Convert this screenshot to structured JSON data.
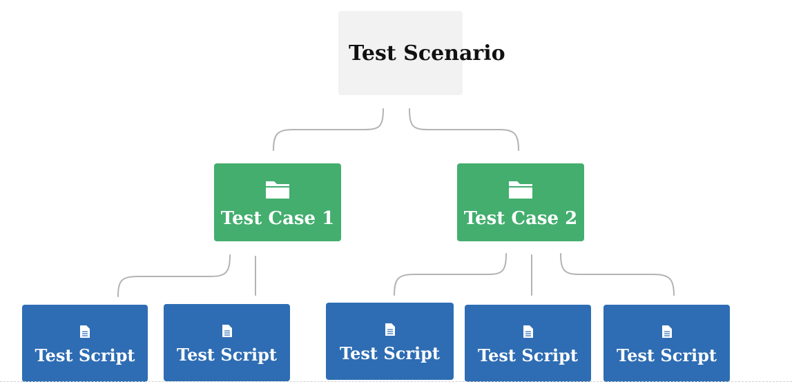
{
  "root": {
    "label": "Test Scenario"
  },
  "cases": [
    {
      "label": "Test Case 1",
      "icon": "folder-icon"
    },
    {
      "label": "Test Case 2",
      "icon": "folder-icon"
    }
  ],
  "scripts": [
    {
      "label": "Test Script",
      "icon": "document-icon"
    },
    {
      "label": "Test Script",
      "icon": "document-icon"
    },
    {
      "label": "Test Script",
      "icon": "document-icon"
    },
    {
      "label": "Test Script",
      "icon": "document-icon"
    },
    {
      "label": "Test Script",
      "icon": "document-icon"
    }
  ],
  "colors": {
    "root_fill": "#f2f2f2",
    "case_fill": "#43ae6e",
    "script_fill": "#2e6db3",
    "connector": "#b3b3b3"
  }
}
